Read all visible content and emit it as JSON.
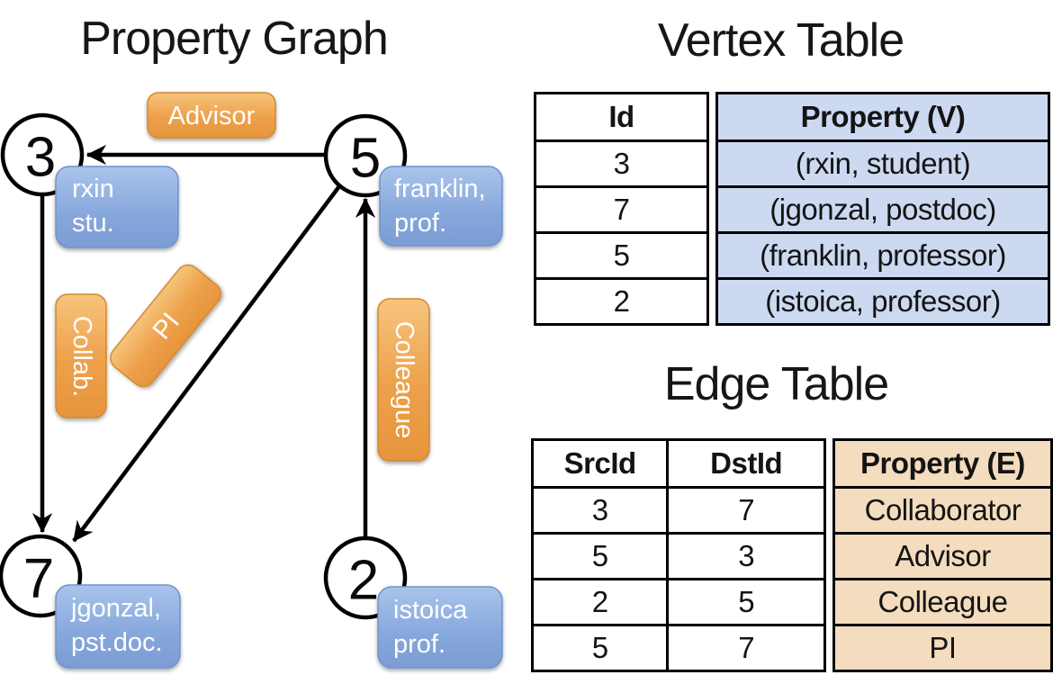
{
  "graph": {
    "title": "Property Graph",
    "nodes": [
      {
        "id": "3",
        "label": "3",
        "property_lines": [
          "rxin",
          "stu."
        ]
      },
      {
        "id": "5",
        "label": "5",
        "property_lines": [
          "franklin,",
          "prof."
        ]
      },
      {
        "id": "7",
        "label": "7",
        "property_lines": [
          "jgonzal,",
          "pst.doc."
        ]
      },
      {
        "id": "2",
        "label": "2",
        "property_lines": [
          "istoica",
          "prof."
        ]
      }
    ],
    "edges": [
      {
        "from": "5",
        "to": "3",
        "label": "Advisor"
      },
      {
        "from": "3",
        "to": "7",
        "label": "Collab."
      },
      {
        "from": "5",
        "to": "7",
        "label": "PI"
      },
      {
        "from": "2",
        "to": "5",
        "label": "Colleague"
      }
    ]
  },
  "vertex_table": {
    "title": "Vertex Table",
    "columns": {
      "id": "Id",
      "property": "Property (V)"
    },
    "rows": [
      {
        "id": "3",
        "property": "(rxin, student)"
      },
      {
        "id": "7",
        "property": "(jgonzal, postdoc)"
      },
      {
        "id": "5",
        "property": "(franklin, professor)"
      },
      {
        "id": "2",
        "property": "(istoica, professor)"
      }
    ]
  },
  "edge_table": {
    "title": "Edge Table",
    "columns": {
      "src": "SrcId",
      "dst": "DstId",
      "property": "Property (E)"
    },
    "rows": [
      {
        "src": "3",
        "dst": "7",
        "property": "Collaborator"
      },
      {
        "src": "5",
        "dst": "3",
        "property": "Advisor"
      },
      {
        "src": "2",
        "dst": "5",
        "property": "Colleague"
      },
      {
        "src": "5",
        "dst": "7",
        "property": "PI"
      }
    ]
  },
  "colors": {
    "edge_label_fill": "#efa64e",
    "node_property_fill": "#87a6da",
    "vertex_cell_fill": "#cdd9f1",
    "edge_cell_fill": "#f4dcbe",
    "line": "#000000"
  }
}
